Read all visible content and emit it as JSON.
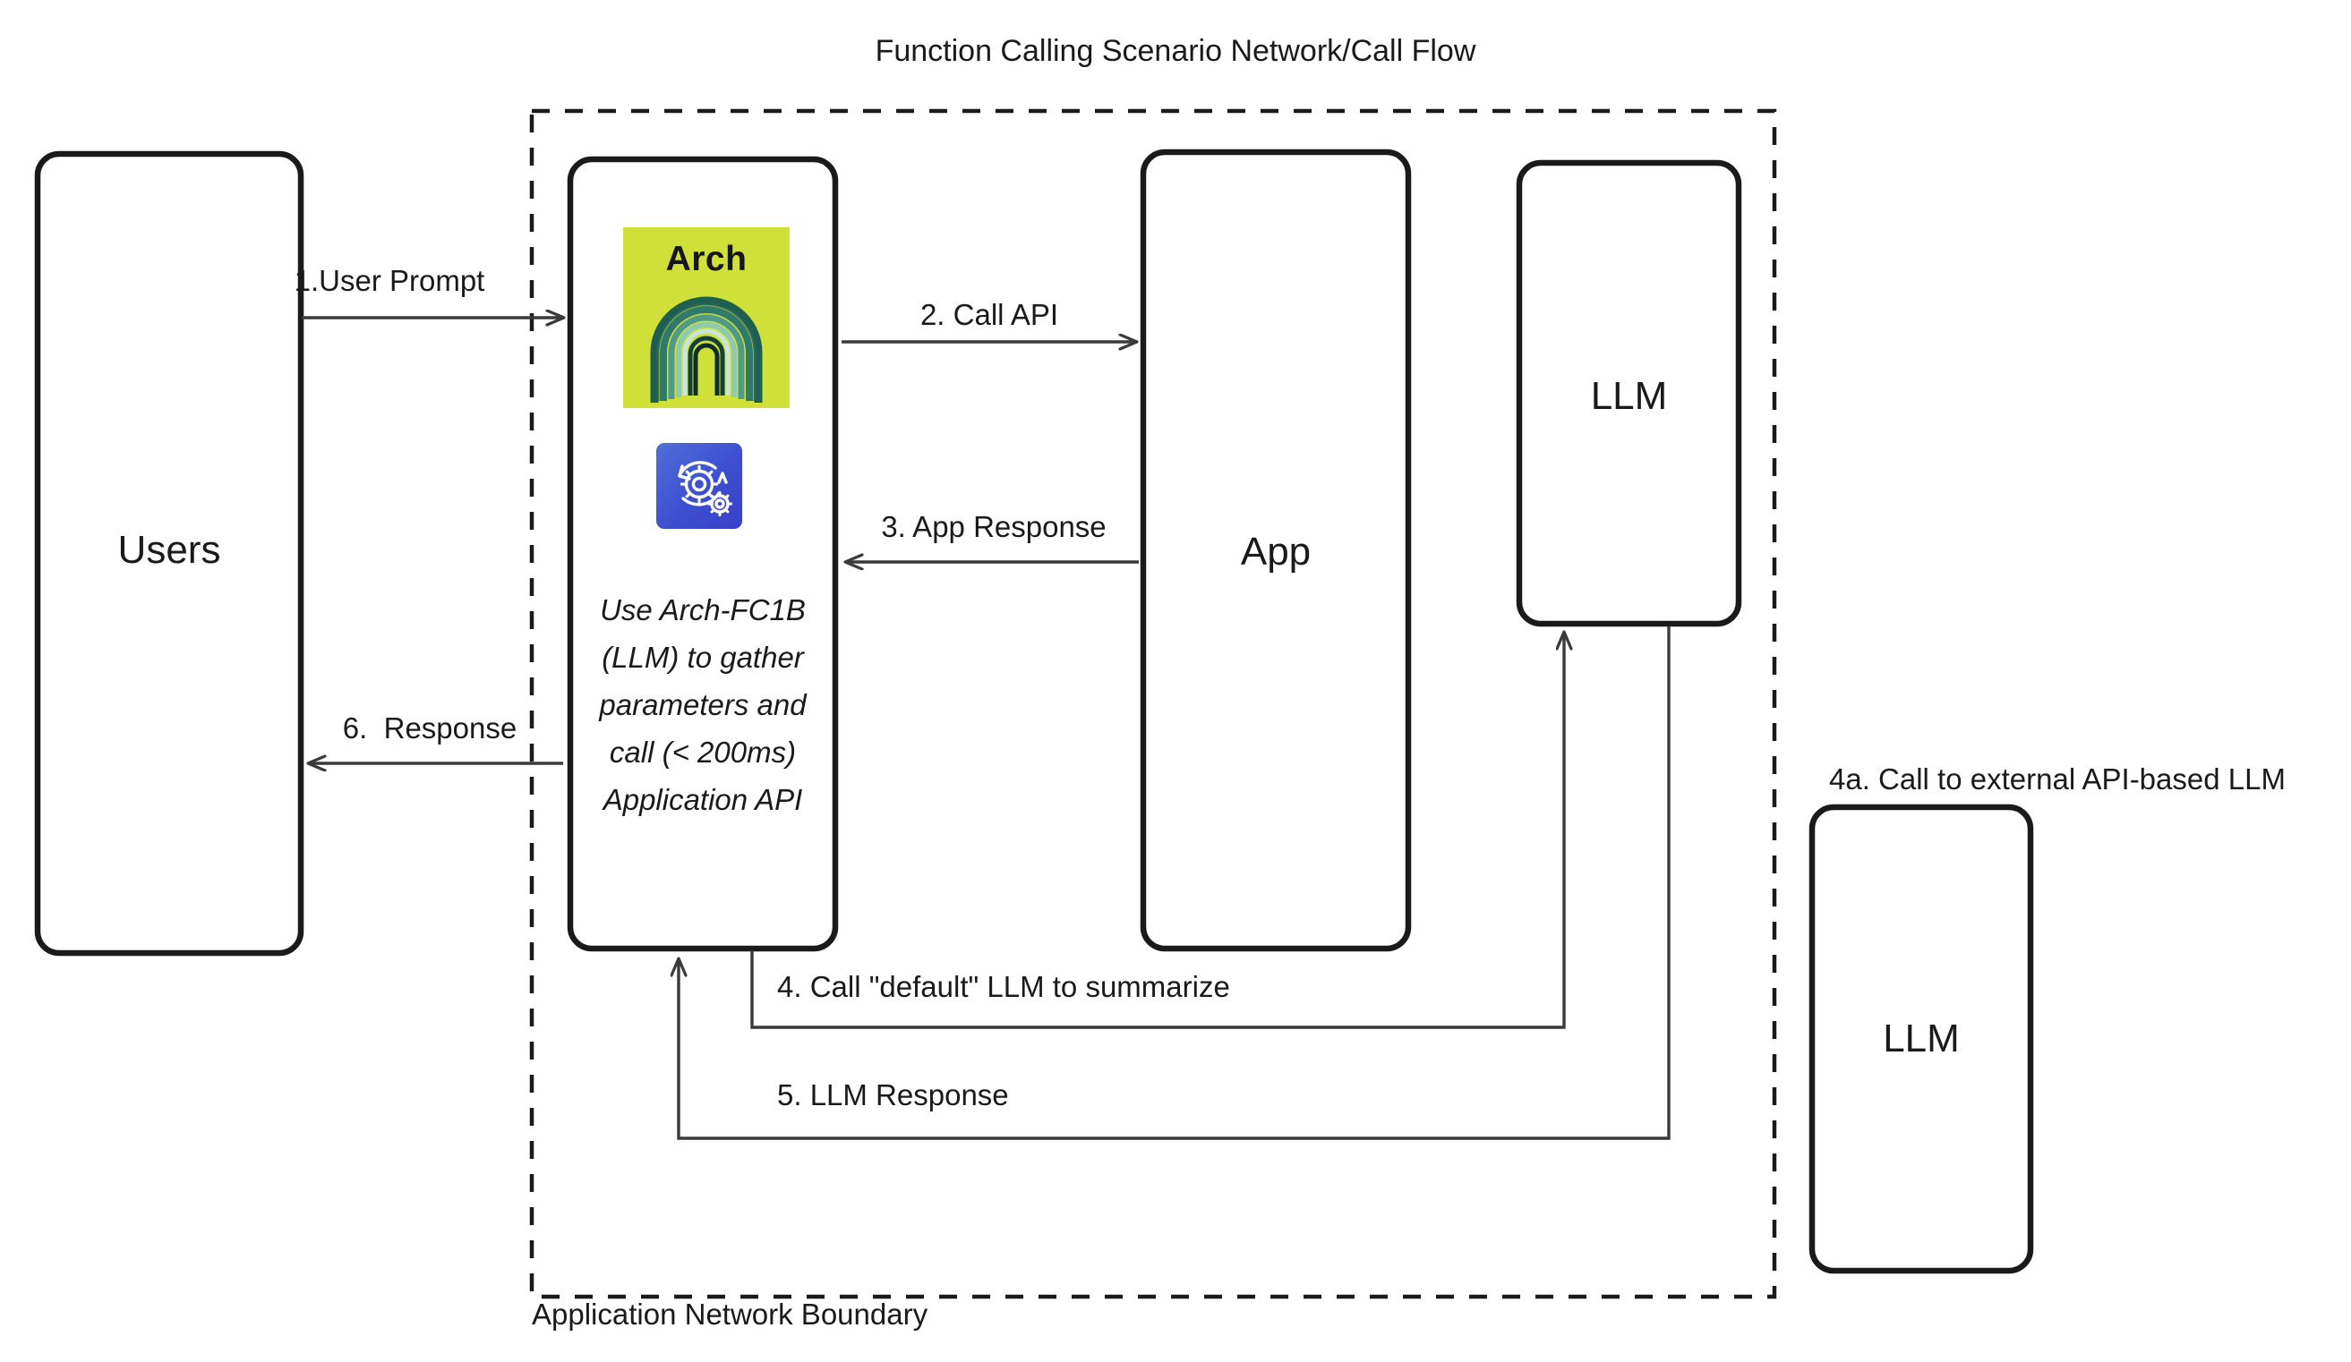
{
  "diagram": {
    "title": "Function Calling Scenario Network/Call Flow",
    "boundary_label": "Application Network Boundary",
    "external_call_label": "4a. Call to external API-based LLM",
    "colors": {
      "stroke": "#1a1a1a",
      "edge": "#3a3a3a",
      "arch_tile_bg": "#cfe038",
      "arch_glyph_dark": "#16443c",
      "arch_glyph_mid": "#2f7a6b",
      "arch_glyph_light": "#86c4ae",
      "fc_tile_from": "#4f6fd8",
      "fc_tile_to": "#3b3fc9",
      "canvas_bg": "#ffffff"
    },
    "nodes": [
      {
        "id": "users",
        "label": "Users"
      },
      {
        "id": "arch",
        "label": ""
      },
      {
        "id": "app",
        "label": "App"
      },
      {
        "id": "llm-internal",
        "label": "LLM"
      },
      {
        "id": "llm-external",
        "label": "LLM"
      }
    ],
    "arch_node": {
      "brand_word": "Arch",
      "brand_icon": "arch-bridge-icon",
      "function_icon": "gears-refresh-icon",
      "note": "Use Arch-FC1B (LLM) to gather parameters and call (< 200ms) Application API"
    },
    "edges": [
      {
        "id": "e1",
        "label": "1.User Prompt",
        "from": "users",
        "to": "arch"
      },
      {
        "id": "e2",
        "label": "2. Call API",
        "from": "arch",
        "to": "app"
      },
      {
        "id": "e3",
        "label": "3. App Response",
        "from": "app",
        "to": "arch"
      },
      {
        "id": "e4",
        "label": "4. Call \"default\" LLM to summarize",
        "from": "arch",
        "to": "llm-internal"
      },
      {
        "id": "e5",
        "label": "5. LLM Response",
        "from": "llm-internal",
        "to": "arch"
      },
      {
        "id": "e6",
        "label": "6.  Response",
        "from": "arch",
        "to": "users"
      }
    ]
  }
}
